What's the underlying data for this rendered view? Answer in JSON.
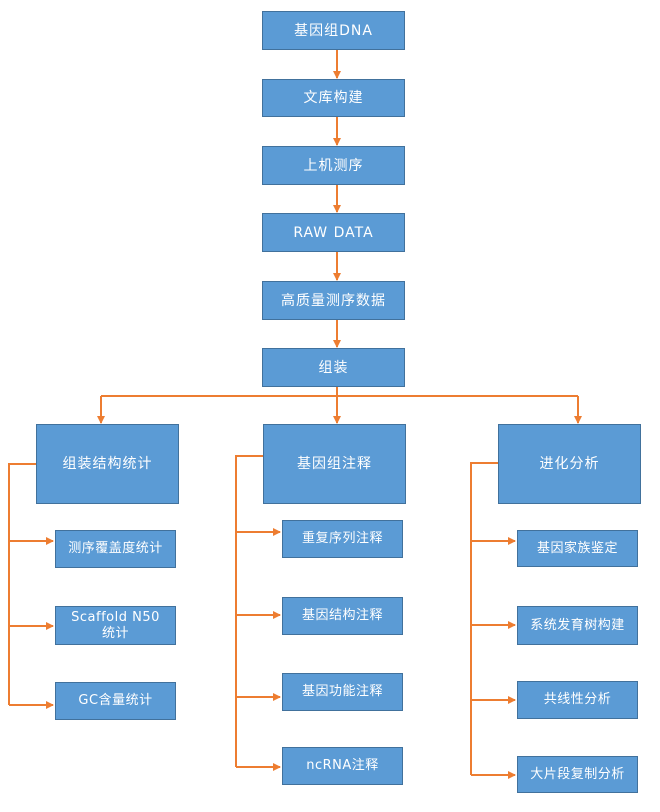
{
  "main": {
    "genomic_dna": "基因组DNA",
    "library": "文库构建",
    "sequencing": "上机测序",
    "raw_data": "RAW DATA",
    "hq_data": "高质量测序数据",
    "assembly": "组装"
  },
  "branches": {
    "assembly_stats": {
      "title": "组装结构统计",
      "items": [
        "测序覆盖度统计",
        "Scaffold N50\n统计",
        "GC含量统计"
      ]
    },
    "annotation": {
      "title": "基因组注释",
      "items": [
        "重复序列注释",
        "基因结构注释",
        "基因功能注释",
        "ncRNA注释"
      ]
    },
    "evolution": {
      "title": "进化分析",
      "items": [
        "基因家族鉴定",
        "系统发育树构建",
        "共线性分析",
        "大片段复制分析"
      ]
    }
  },
  "colors": {
    "box": "#5b9bd5",
    "border": "#41719c",
    "arrow": "#ed7d31",
    "text": "#ffffff"
  }
}
